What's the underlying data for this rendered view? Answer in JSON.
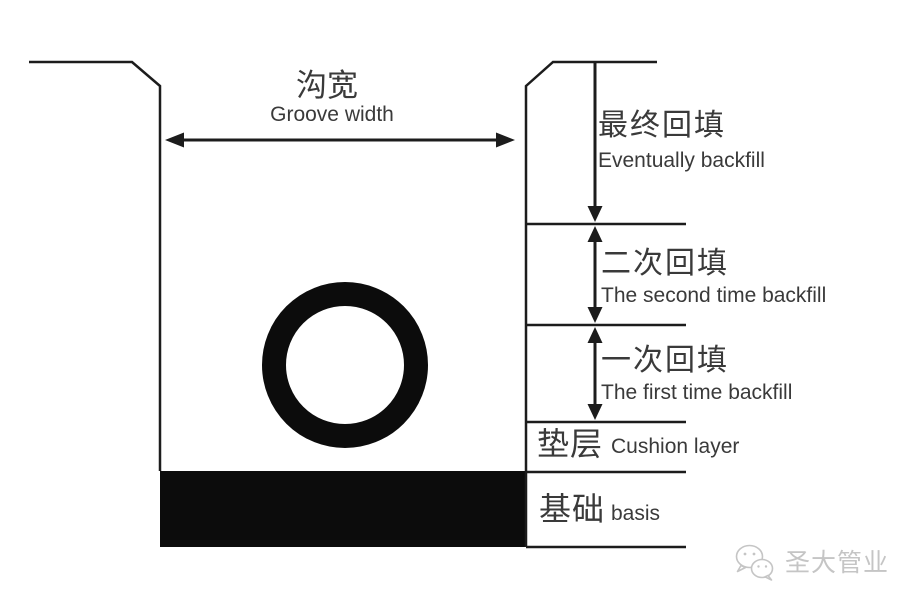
{
  "colors": {
    "line": "#1c1c1c",
    "solid_fill": "#0c0c0c",
    "text": "#3a3a3a",
    "watermark": "#c5c5c5",
    "background": "#ffffff"
  },
  "groove": {
    "label_cn": "沟宽",
    "label_en": "Groove width"
  },
  "layers": [
    {
      "cn": "最终回填",
      "en": "Eventually backfill"
    },
    {
      "cn": "二次回填",
      "en": "The second time backfill"
    },
    {
      "cn": "一次回填",
      "en": "The first time backfill"
    },
    {
      "cn": "垫层",
      "en": "Cushion layer"
    },
    {
      "cn": "基础",
      "en": "basis"
    }
  ],
  "watermark": {
    "icon": "wechat-icon",
    "brand": "圣大管业"
  }
}
